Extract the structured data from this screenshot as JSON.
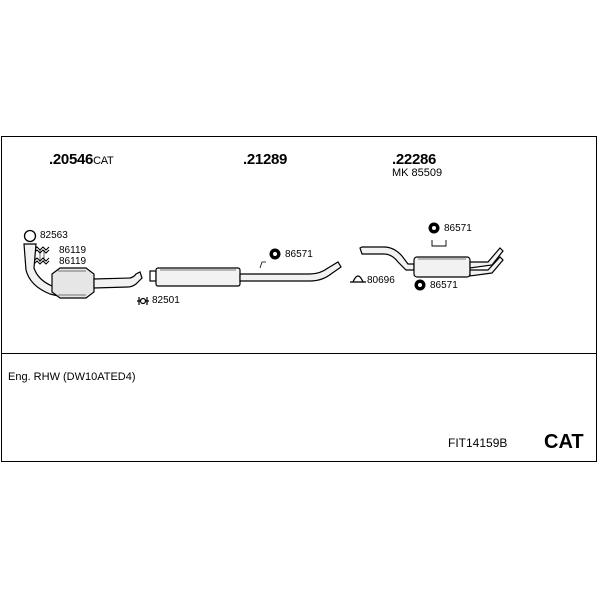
{
  "main_parts": {
    "front": {
      "number": ".20546",
      "suffix": "CAT"
    },
    "middle": {
      "number": ".21289"
    },
    "rear": {
      "number": ".22286",
      "kit": "MK  85509"
    }
  },
  "callouts": {
    "c82563": "82563",
    "c86119a": "86119",
    "c86119b": "86119",
    "c82501": "82501",
    "c86571_mid": "86571",
    "c80696": "80696",
    "c86571_top": "86571",
    "c86571_bot": "86571"
  },
  "footer": {
    "engine": "Eng. RHW (DW10ATED4)",
    "kit_code": "FIT14159B",
    "badge": "CAT"
  }
}
